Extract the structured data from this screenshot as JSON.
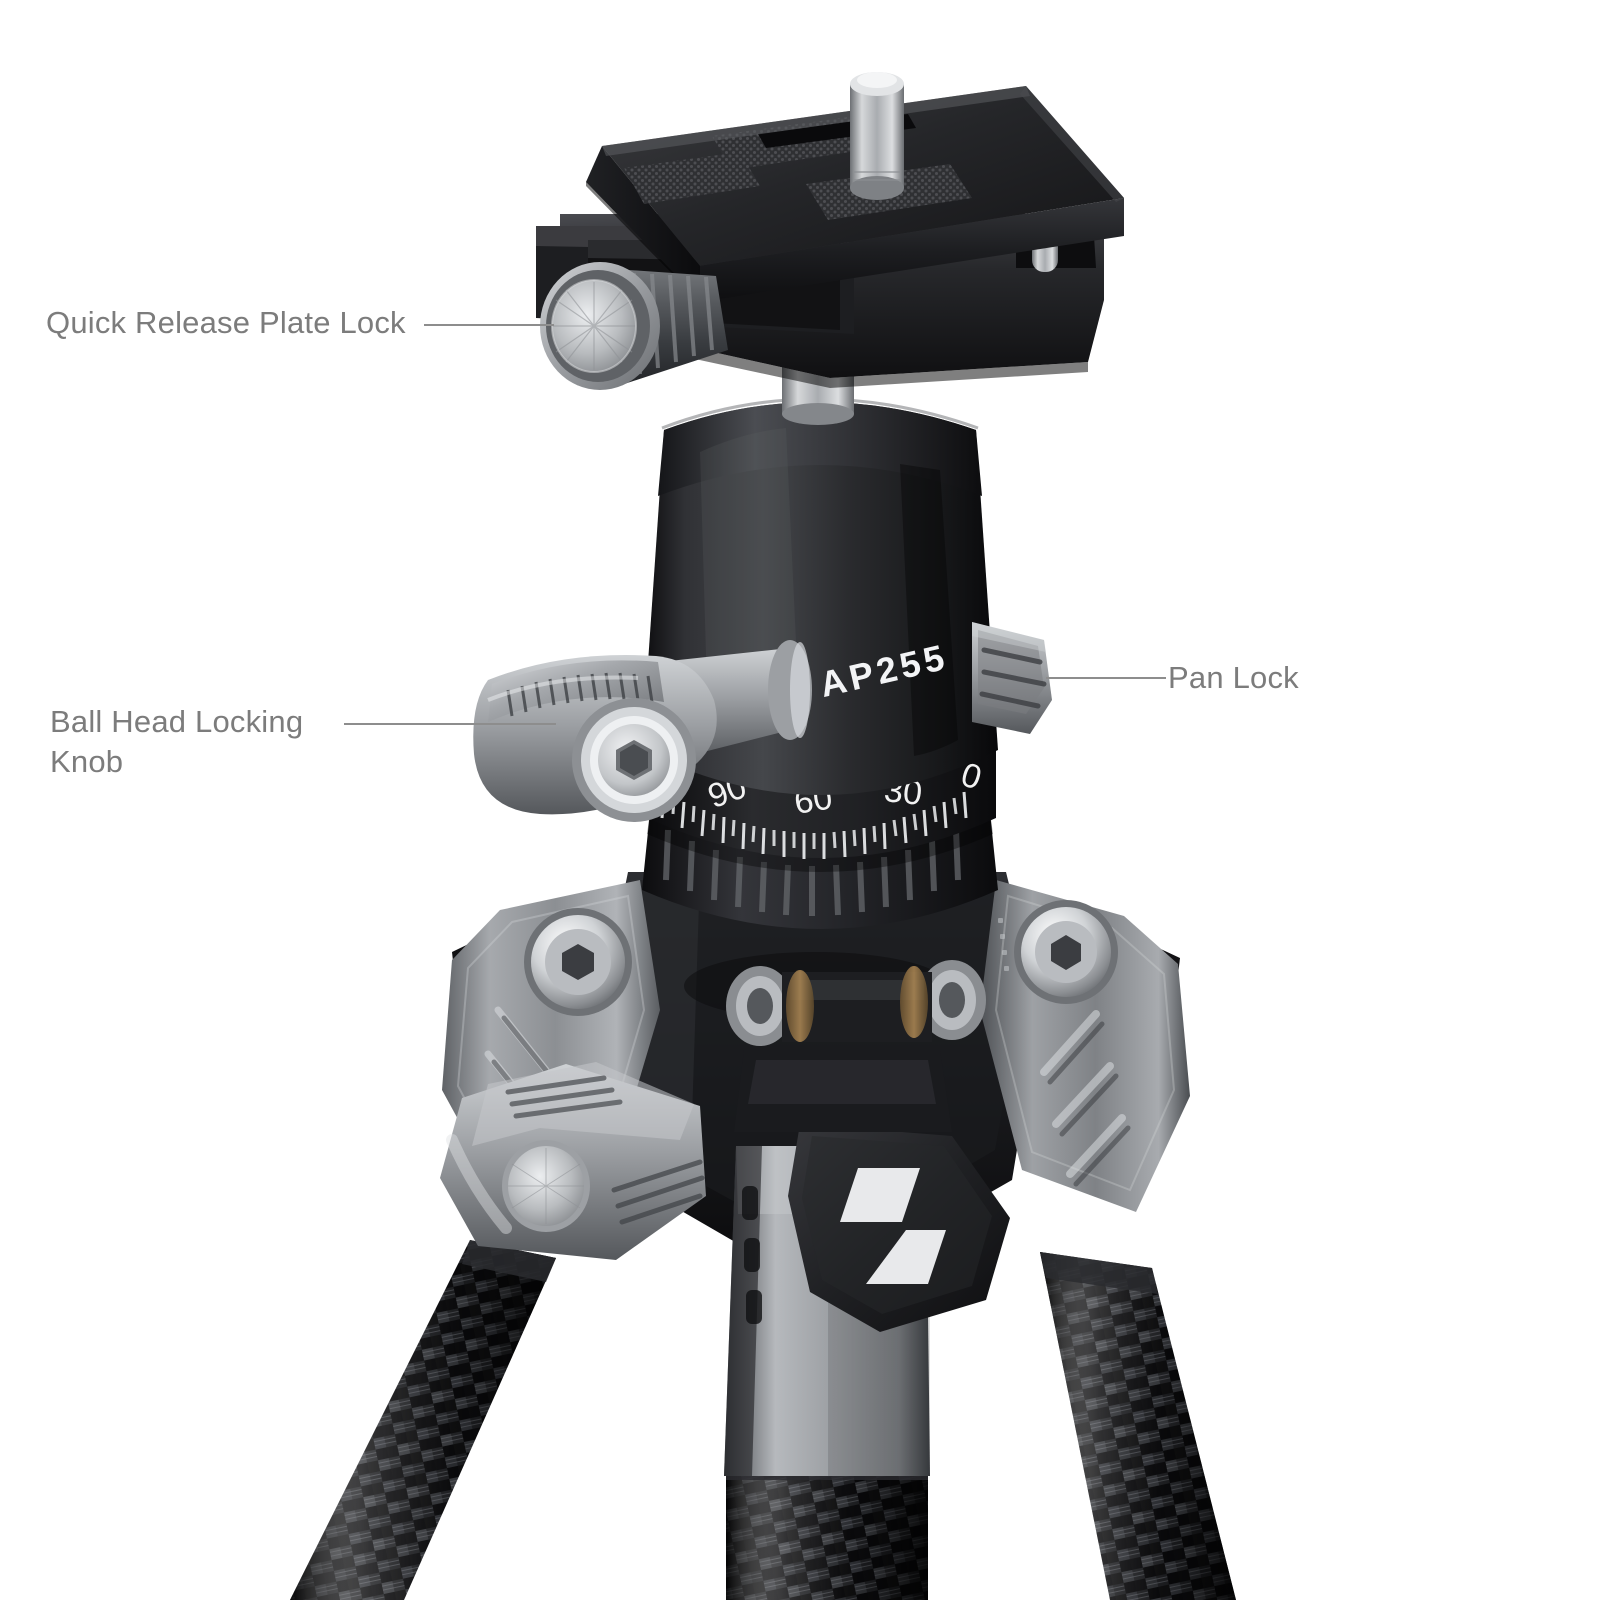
{
  "page": {
    "background": "#ffffff",
    "label_color": "#7c7c7c",
    "leader_color": "#8d8d8d",
    "subject": "carbon fiber tripod ball head"
  },
  "callouts": [
    {
      "id": "quick-release-plate-lock",
      "label": "Quick Release Plate Lock",
      "side": "left"
    },
    {
      "id": "ball-head-locking-knob",
      "label": "Ball Head Locking\nKnob",
      "side": "left"
    },
    {
      "id": "pan-lock",
      "label": "Pan Lock",
      "side": "right"
    }
  ],
  "product": {
    "model_marking": "AP255",
    "pan_scale": {
      "labels": [
        "90",
        "60",
        "30",
        "0"
      ],
      "units": "degrees",
      "minor_ticks": 44
    },
    "colors": {
      "anodized_black": "#1b1b1d",
      "body_black": "#232326",
      "aluminum_light": "#c9cbcd",
      "aluminum_mid": "#8e9194",
      "aluminum_dark": "#5a5d61",
      "carbon_dark": "#0c0c0e",
      "carbon_light": "#6a6c70",
      "brass_ring": "#8a6a42",
      "scale_text": "#f2f2f2"
    },
    "components": [
      "quick-release-plate",
      "plate-mounting-screw",
      "quick-release-clamp",
      "plate-lock-knob",
      "ball-head-body",
      "ball-head-locking-lever",
      "pan-lock-knob",
      "pan-degree-scale",
      "knurled-pan-base",
      "tripod-spider-hub",
      "leg-angle-lock-lever",
      "leg-hinge-left",
      "leg-hinge-right",
      "brand-logo-cap",
      "center-column",
      "carbon-fiber-leg-left",
      "carbon-fiber-leg-right",
      "carbon-fiber-leg-center"
    ]
  }
}
